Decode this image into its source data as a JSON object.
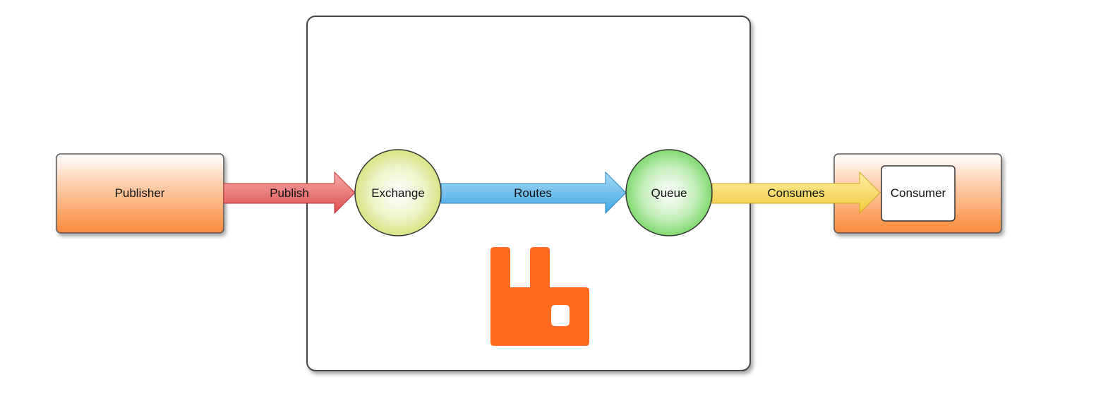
{
  "nodes": {
    "publisher": {
      "label": "Publisher"
    },
    "exchange": {
      "label": "Exchange"
    },
    "queue": {
      "label": "Queue"
    },
    "consumer": {
      "label": "Consumer"
    }
  },
  "edges": {
    "publish": {
      "label": "Publish",
      "color": "#e0585a"
    },
    "routes": {
      "label": "Routes",
      "color": "#4aaee6"
    },
    "consumes": {
      "label": "Consumes",
      "color": "#f4d247"
    }
  },
  "colors": {
    "client_box": "#fb8a3a",
    "broker_logo": "#ff6a1f",
    "exchange_fill": "#dbe784",
    "queue_fill": "#7cdc6a"
  },
  "icons": {
    "broker_logo": "rabbitmq-logo-icon"
  }
}
